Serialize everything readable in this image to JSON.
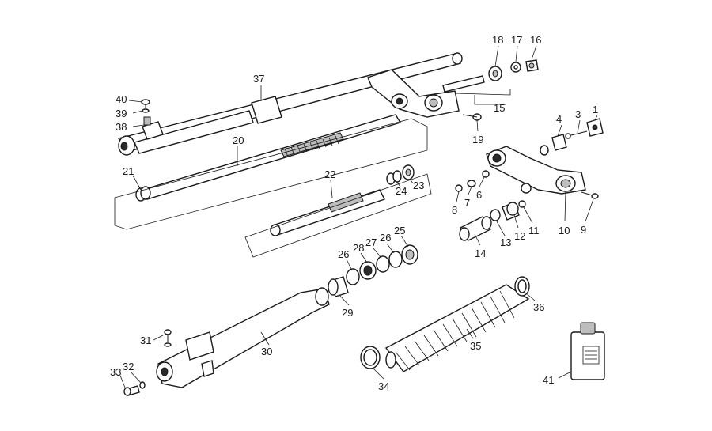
{
  "callouts": {
    "p1": "1",
    "p3": "3",
    "p4": "4",
    "p6": "6",
    "p7": "7",
    "p8": "8",
    "p9": "9",
    "p10": "10",
    "p11": "11",
    "p12": "12",
    "p13": "13",
    "p14": "14",
    "p15": "15",
    "p16": "16",
    "p17": "17",
    "p18": "18",
    "p19": "19",
    "p20": "20",
    "p21": "21",
    "p22": "22",
    "p23": "23",
    "p24": "24",
    "p25": "25",
    "p26a": "26",
    "p26b": "26",
    "p27": "27",
    "p28": "28",
    "p29": "29",
    "p30": "30",
    "p31": "31",
    "p32": "32",
    "p33": "33",
    "p34": "34",
    "p35": "35",
    "p36": "36",
    "p37": "37",
    "p38": "38",
    "p39": "39",
    "p40": "40",
    "p41": "41"
  },
  "colors": {
    "ink": "#1a1a1a",
    "paper": "#ffffff",
    "shade": "#bdbdbd"
  }
}
